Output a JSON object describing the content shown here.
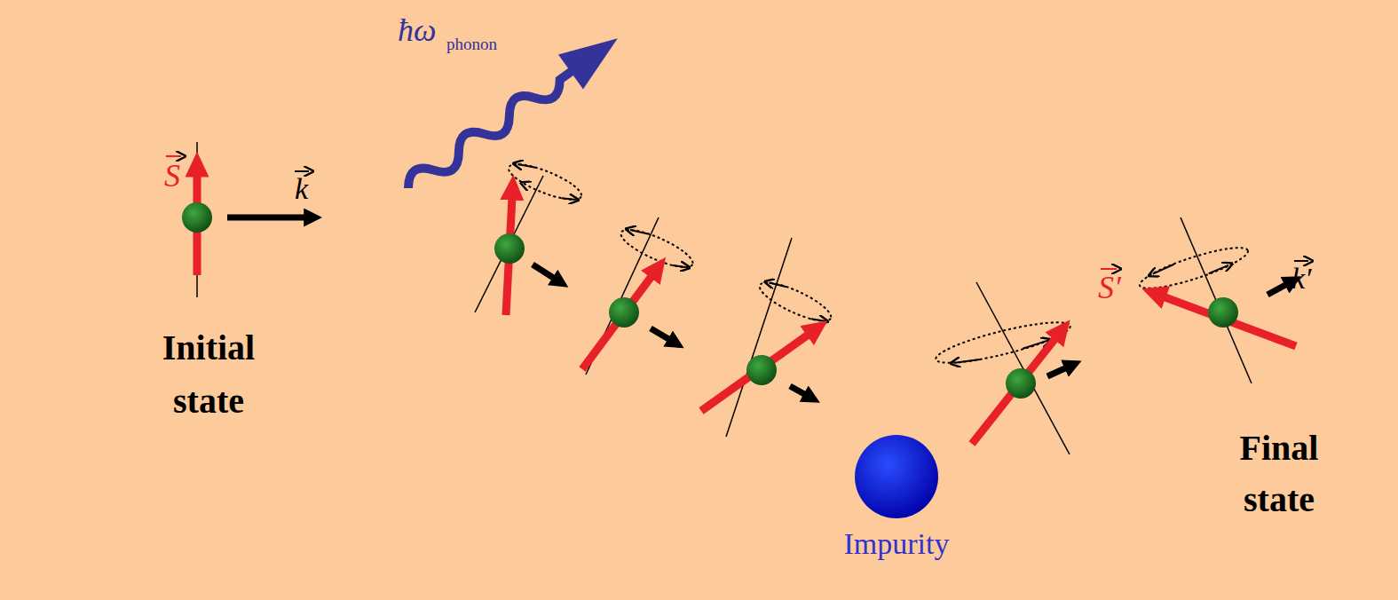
{
  "diagram": {
    "nodes": [
      {
        "text": [
          "Impurity"
        ]
      }
    ],
    "labels": [
      "S",
      "k",
      "ħω",
      "phonon",
      "Initial state",
      "S′",
      "k′",
      "Final state"
    ]
  }
}
